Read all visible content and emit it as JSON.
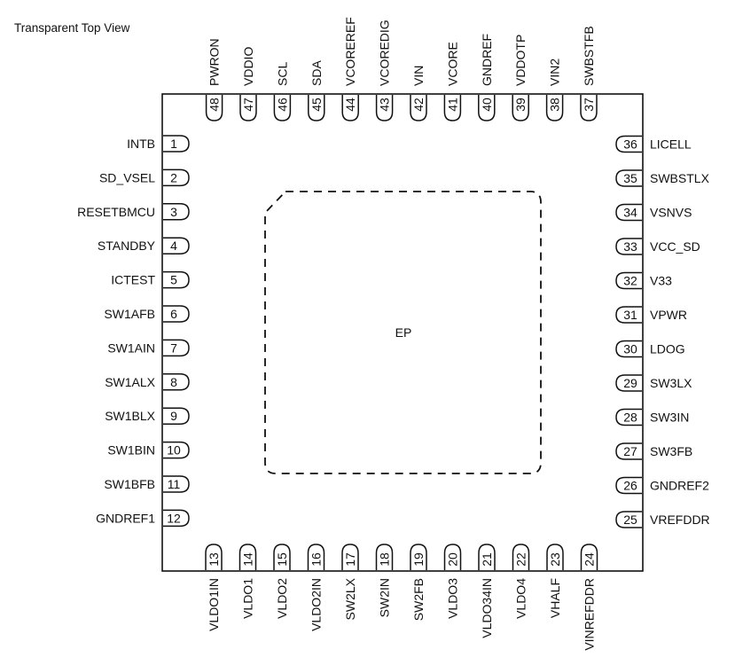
{
  "title": "Transparent Top View",
  "ep_label": "EP",
  "pins": {
    "left": [
      {
        "num": "1",
        "name": "INTB"
      },
      {
        "num": "2",
        "name": "SD_VSEL"
      },
      {
        "num": "3",
        "name": "RESETBMCU"
      },
      {
        "num": "4",
        "name": "STANDBY"
      },
      {
        "num": "5",
        "name": "ICTEST"
      },
      {
        "num": "6",
        "name": "SW1AFB"
      },
      {
        "num": "7",
        "name": "SW1AIN"
      },
      {
        "num": "8",
        "name": "SW1ALX"
      },
      {
        "num": "9",
        "name": "SW1BLX"
      },
      {
        "num": "10",
        "name": "SW1BIN"
      },
      {
        "num": "11",
        "name": "SW1BFB"
      },
      {
        "num": "12",
        "name": "GNDREF1"
      }
    ],
    "bottom": [
      {
        "num": "13",
        "name": "VLDO1IN"
      },
      {
        "num": "14",
        "name": "VLDO1"
      },
      {
        "num": "15",
        "name": "VLDO2"
      },
      {
        "num": "16",
        "name": "VLDO2IN"
      },
      {
        "num": "17",
        "name": "SW2LX"
      },
      {
        "num": "18",
        "name": "SW2IN"
      },
      {
        "num": "19",
        "name": "SW2FB"
      },
      {
        "num": "20",
        "name": "VLDO3"
      },
      {
        "num": "21",
        "name": "VLDO34IN"
      },
      {
        "num": "22",
        "name": "VLDO4"
      },
      {
        "num": "23",
        "name": "VHALF"
      },
      {
        "num": "24",
        "name": "VINREFDDR"
      }
    ],
    "right": [
      {
        "num": "25",
        "name": "VREFDDR"
      },
      {
        "num": "26",
        "name": "GNDREF2"
      },
      {
        "num": "27",
        "name": "SW3FB"
      },
      {
        "num": "28",
        "name": "SW3IN"
      },
      {
        "num": "29",
        "name": "SW3LX"
      },
      {
        "num": "30",
        "name": "LDOG"
      },
      {
        "num": "31",
        "name": "VPWR"
      },
      {
        "num": "32",
        "name": "V33"
      },
      {
        "num": "33",
        "name": "VCC_SD"
      },
      {
        "num": "34",
        "name": "VSNVS"
      },
      {
        "num": "35",
        "name": "SWBSTLX"
      },
      {
        "num": "36",
        "name": "LICELL"
      }
    ],
    "top": [
      {
        "num": "37",
        "name": "SWBSTFB"
      },
      {
        "num": "38",
        "name": "VIN2"
      },
      {
        "num": "39",
        "name": "VDDOTP"
      },
      {
        "num": "40",
        "name": "GNDREF"
      },
      {
        "num": "41",
        "name": "VCORE"
      },
      {
        "num": "42",
        "name": "VIN"
      },
      {
        "num": "43",
        "name": "VCOREDIG"
      },
      {
        "num": "44",
        "name": "VCOREREF"
      },
      {
        "num": "45",
        "name": "SDA"
      },
      {
        "num": "46",
        "name": "SCL"
      },
      {
        "num": "47",
        "name": "VDDIO"
      },
      {
        "num": "48",
        "name": "PWRON"
      }
    ]
  }
}
